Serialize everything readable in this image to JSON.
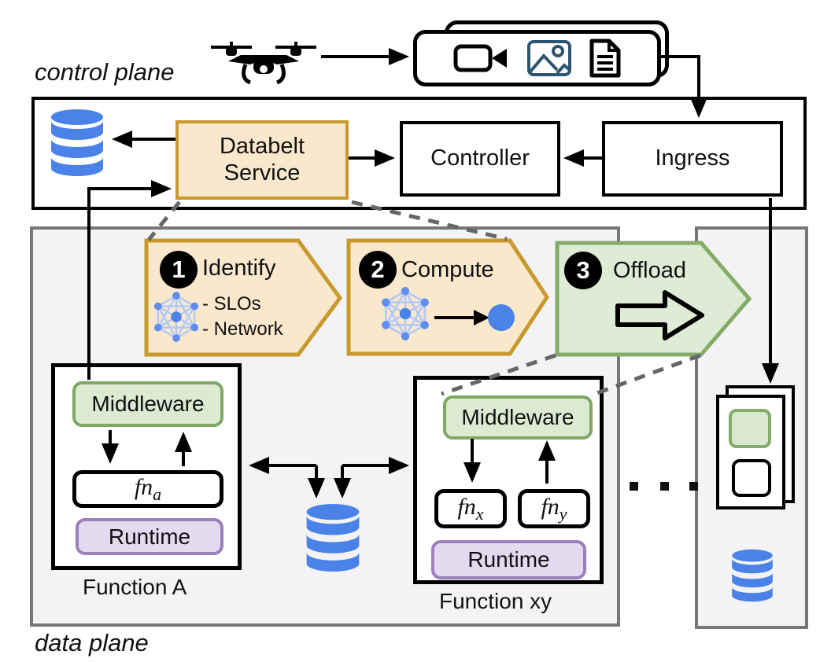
{
  "colors": {
    "accent_blue": "#4b82e8",
    "graph_edge_blue": "#b3c9f6",
    "orange_fill": "#fae8cd",
    "orange_border": "#c9992e",
    "green_fill": "#deecd6",
    "green_border": "#84ab68",
    "purple_fill": "#e4daf0",
    "purple_border": "#9b7fb9",
    "panel_border": "#777777",
    "panel_fill": "#f3f3f5",
    "dash_gray": "#666666",
    "image_icon_blue": "#2e5570"
  },
  "control_plane": {
    "label": "control plane",
    "databelt": "Databelt Service",
    "controller": "Controller",
    "ingress": "Ingress"
  },
  "pipeline": {
    "steps": [
      {
        "num": "1",
        "label": "Identify",
        "details": [
          "- SLOs",
          "- Network"
        ]
      },
      {
        "num": "2",
        "label": "Compute"
      },
      {
        "num": "3",
        "label": "Offload"
      }
    ]
  },
  "data_plane": {
    "label": "data plane",
    "function_a": {
      "middleware": "Middleware",
      "fn_base": "fn",
      "fn_sub": "a",
      "runtime": "Runtime",
      "caption": "Function A"
    },
    "function_xy": {
      "middleware": "Middleware",
      "fnx_base": "fn",
      "fnx_sub": "x",
      "fny_base": "fn",
      "fny_sub": "y",
      "runtime": "Runtime",
      "caption": "Function xy"
    }
  }
}
